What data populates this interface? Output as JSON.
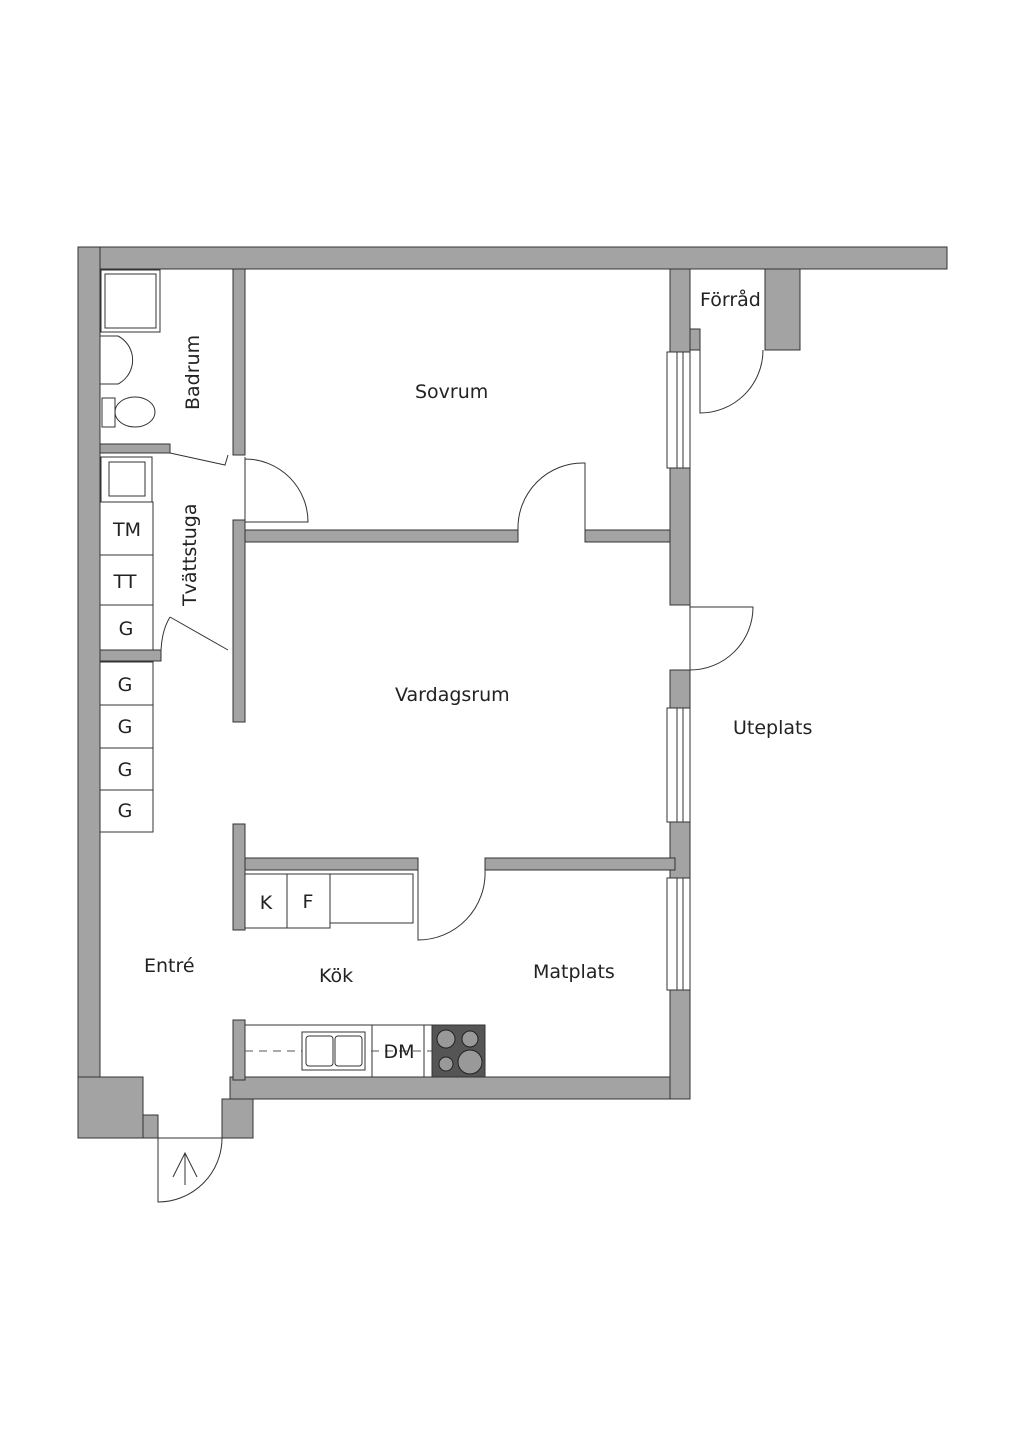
{
  "rooms": {
    "badrum": "Badrum",
    "sovrum": "Sovrum",
    "forrad": "Förråd",
    "tvattstuga": "Tvättstuga",
    "vardagsrum": "Vardagsrum",
    "uteplats": "Uteplats",
    "entre": "Entré",
    "kok": "Kök",
    "matplats": "Matplats"
  },
  "fixtures": {
    "tm": "TM",
    "tt": "TT",
    "g1": "G",
    "g2": "G",
    "g3": "G",
    "g4": "G",
    "g5": "G",
    "k": "K",
    "f": "F",
    "dm": "DM"
  },
  "colors": {
    "wall": "#a3a3a3",
    "stove": "#555555"
  }
}
